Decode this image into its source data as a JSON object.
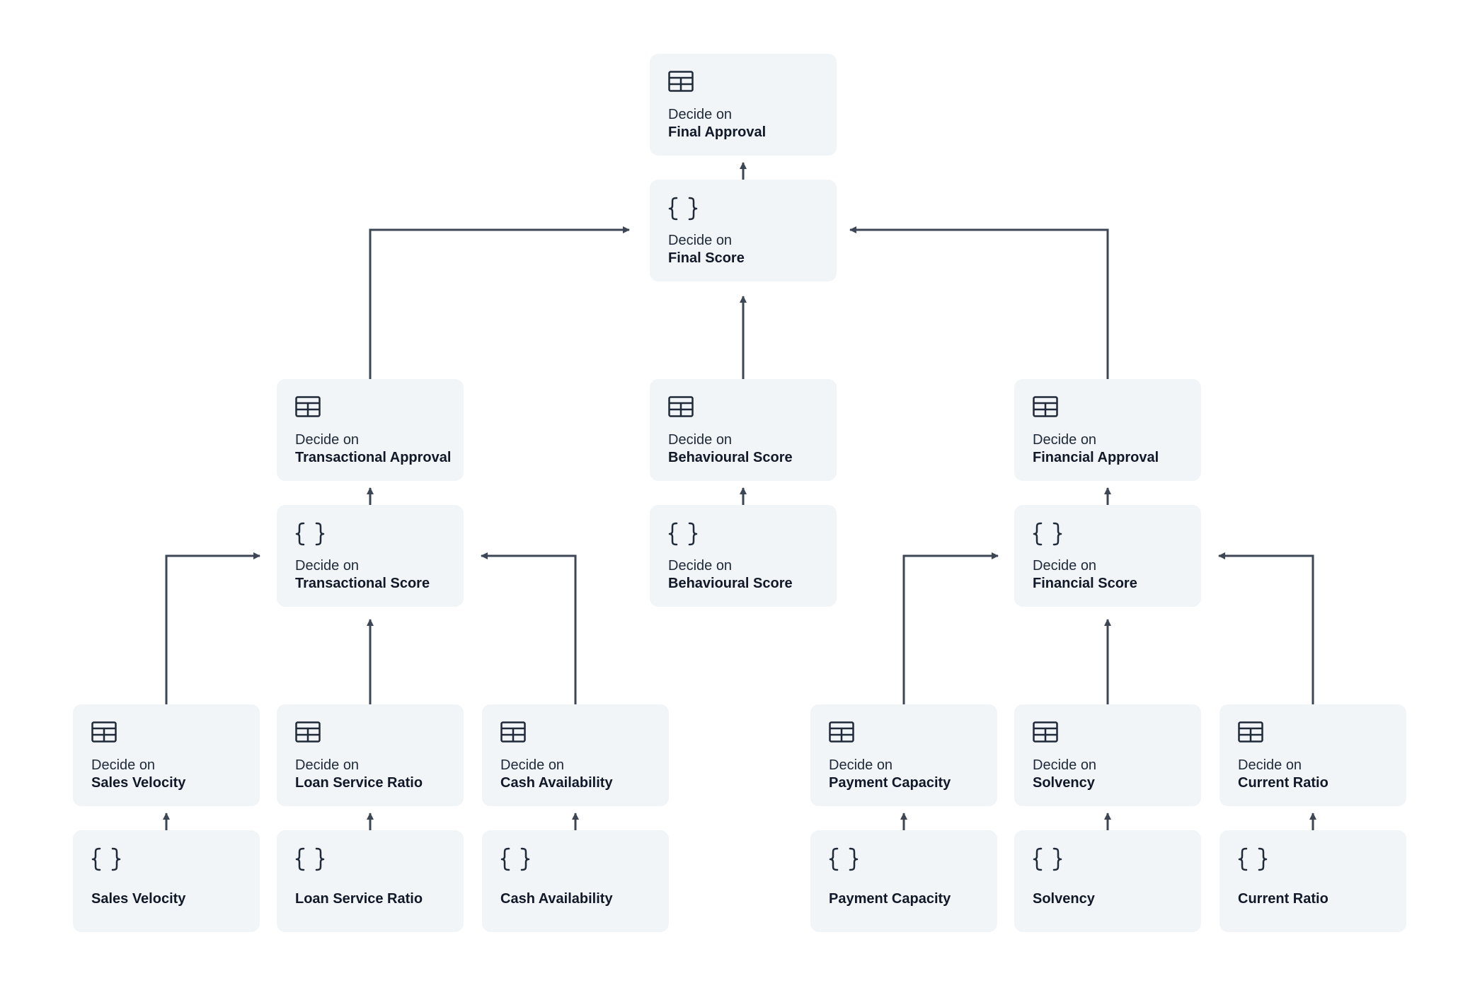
{
  "colors": {
    "node_background": "#f1f5f8",
    "connector": "#3d4655",
    "text": "#111827"
  },
  "diagram": {
    "nodes": {
      "final_approval": {
        "icon": "table-icon",
        "prefix": "Decide on",
        "title": "Final Approval"
      },
      "final_score": {
        "icon": "braces-icon",
        "prefix": "Decide on",
        "title": "Final Score"
      },
      "transactional_approval": {
        "icon": "table-icon",
        "prefix": "Decide on",
        "title": "Transactional Approval"
      },
      "transactional_score": {
        "icon": "braces-icon",
        "prefix": "Decide on",
        "title": "Transactional Score"
      },
      "behavioural_score_table": {
        "icon": "table-icon",
        "prefix": "Decide on",
        "title": "Behavioural Score"
      },
      "behavioural_score_expr": {
        "icon": "braces-icon",
        "prefix": "Decide on",
        "title": "Behavioural Score"
      },
      "financial_approval": {
        "icon": "table-icon",
        "prefix": "Decide on",
        "title": "Financial Approval"
      },
      "financial_score": {
        "icon": "braces-icon",
        "prefix": "Decide on",
        "title": "Financial Score"
      },
      "decide_sales_velocity": {
        "icon": "table-icon",
        "prefix": "Decide on",
        "title": "Sales Velocity"
      },
      "decide_loan_service_ratio": {
        "icon": "table-icon",
        "prefix": "Decide on",
        "title": "Loan Service Ratio"
      },
      "decide_cash_availability": {
        "icon": "table-icon",
        "prefix": "Decide on",
        "title": "Cash Availability"
      },
      "decide_payment_capacity": {
        "icon": "table-icon",
        "prefix": "Decide on",
        "title": "Payment Capacity"
      },
      "decide_solvency": {
        "icon": "table-icon",
        "prefix": "Decide on",
        "title": "Solvency"
      },
      "decide_current_ratio": {
        "icon": "table-icon",
        "prefix": "Decide on",
        "title": "Current Ratio"
      },
      "sales_velocity": {
        "icon": "braces-icon",
        "title": "Sales Velocity"
      },
      "loan_service_ratio": {
        "icon": "braces-icon",
        "title": "Loan Service Ratio"
      },
      "cash_availability": {
        "icon": "braces-icon",
        "title": "Cash Availability"
      },
      "payment_capacity": {
        "icon": "braces-icon",
        "title": "Payment Capacity"
      },
      "solvency": {
        "icon": "braces-icon",
        "title": "Solvency"
      },
      "current_ratio": {
        "icon": "braces-icon",
        "title": "Current Ratio"
      }
    },
    "edges": [
      {
        "from": "final_score",
        "to": "final_approval"
      },
      {
        "from": "transactional_approval",
        "to": "final_score"
      },
      {
        "from": "behavioural_score_table",
        "to": "final_score"
      },
      {
        "from": "financial_approval",
        "to": "final_score"
      },
      {
        "from": "transactional_score",
        "to": "transactional_approval"
      },
      {
        "from": "behavioural_score_expr",
        "to": "behavioural_score_table"
      },
      {
        "from": "financial_score",
        "to": "financial_approval"
      },
      {
        "from": "decide_sales_velocity",
        "to": "transactional_score"
      },
      {
        "from": "decide_loan_service_ratio",
        "to": "transactional_score"
      },
      {
        "from": "decide_cash_availability",
        "to": "transactional_score"
      },
      {
        "from": "decide_payment_capacity",
        "to": "financial_score"
      },
      {
        "from": "decide_solvency",
        "to": "financial_score"
      },
      {
        "from": "decide_current_ratio",
        "to": "financial_score"
      },
      {
        "from": "sales_velocity",
        "to": "decide_sales_velocity"
      },
      {
        "from": "loan_service_ratio",
        "to": "decide_loan_service_ratio"
      },
      {
        "from": "cash_availability",
        "to": "decide_cash_availability"
      },
      {
        "from": "payment_capacity",
        "to": "decide_payment_capacity"
      },
      {
        "from": "solvency",
        "to": "decide_solvency"
      },
      {
        "from": "current_ratio",
        "to": "decide_current_ratio"
      }
    ]
  }
}
